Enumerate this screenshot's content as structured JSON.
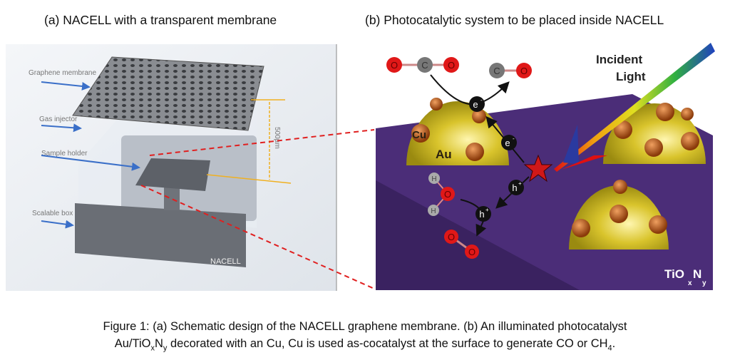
{
  "panel_a": {
    "title": "(a) NACELL with a transparent membrane",
    "labels": {
      "membrane": "Graphene membrane",
      "injector": "Gas injector",
      "holder": "Sample holder",
      "box": "Scalable box",
      "brand": "NACELL",
      "dimension": "500µm"
    }
  },
  "panel_b": {
    "title": "(b) Photocatalytic system to be placed inside NACELL",
    "incident_line1": "Incident",
    "incident_line2": "Light",
    "cu": "Cu",
    "au": "Au",
    "electron": "e",
    "electron_sup": "-",
    "hole": "h",
    "hole_sup": "+",
    "substrate": "TiO",
    "substrate_x": "x",
    "substrate_n": "N",
    "substrate_y": "y",
    "atom_o": "O",
    "atom_c": "C",
    "atom_h": "H"
  },
  "caption": {
    "line1": "Figure 1: (a) Schematic design of the NACELL graphene membrane. (b) An illuminated photocatalyst",
    "line2_a": "Au/TiO",
    "line2_x": "x",
    "line2_b": "N",
    "line2_y": "y",
    "line2_c": " decorated with an Cu, Cu is used as-cocatalyst at the surface to generate CO or CH",
    "line2_4": "4",
    "line2_d": "."
  },
  "colors": {
    "purple": "#4b2d78",
    "gold": "#c8b21e",
    "copper": "#b8561a",
    "red": "#e02020",
    "arrow_blue": "#3a6fc8"
  }
}
